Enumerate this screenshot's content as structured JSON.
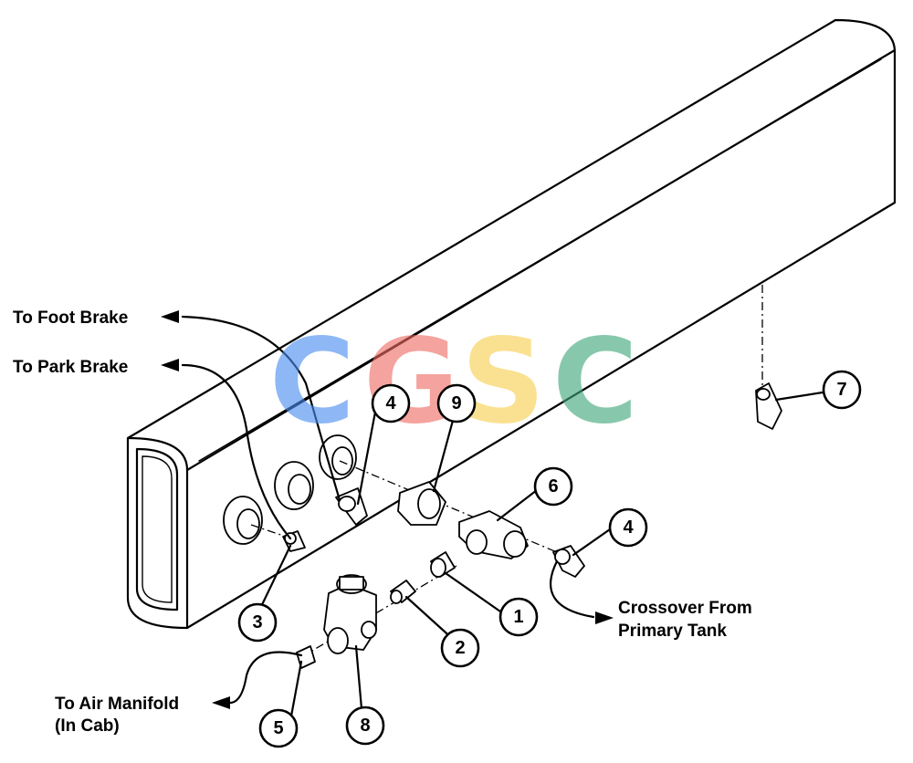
{
  "labels": {
    "foot_brake": "To Foot Brake",
    "park_brake": "To Park Brake",
    "crossover_line1": "Crossover From",
    "crossover_line2": "Primary Tank",
    "air_manifold_line1": "To Air Manifold",
    "air_manifold_line2": "(In Cab)"
  },
  "callouts": [
    "1",
    "2",
    "3",
    "4",
    "4",
    "5",
    "6",
    "7",
    "8",
    "9"
  ],
  "watermark": {
    "letters": [
      "C",
      "G",
      "S",
      "C"
    ],
    "colors": [
      "#4a8ef0",
      "#ee6b63",
      "#f7cf4f",
      "#3fa77a"
    ]
  }
}
